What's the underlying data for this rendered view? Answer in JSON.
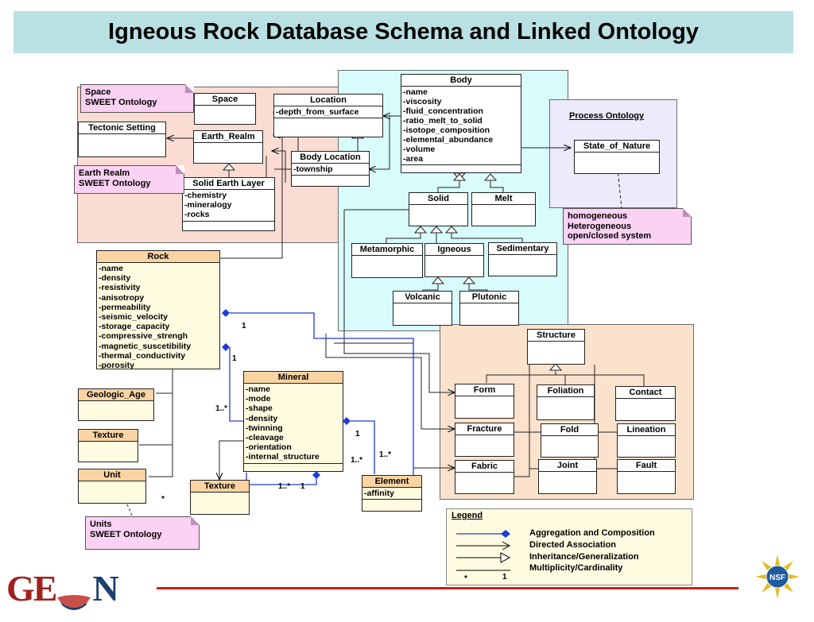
{
  "title": "Igneous Rock Database Schema and Linked Ontology",
  "classes": {
    "space": {
      "name": "Space"
    },
    "location": {
      "name": "Location",
      "attrs": [
        "-depth_from_surface"
      ]
    },
    "tectonic": {
      "name": "Tectonic Setting"
    },
    "earth_realm": {
      "name": "Earth_Realm"
    },
    "body_location": {
      "name": "Body Location",
      "attrs": [
        "-township"
      ]
    },
    "solid_earth": {
      "name": "Solid Earth Layer",
      "attrs": [
        "-chemistry",
        "-mineralogy",
        "-rocks"
      ]
    },
    "body": {
      "name": "Body",
      "attrs": [
        "-name",
        "-viscosity",
        "-fluid_concentration",
        "-ratio_melt_to_solid",
        "-isotope_composition",
        "-elemental_abundance",
        "-volume",
        "-area"
      ]
    },
    "solid": {
      "name": "Solid"
    },
    "melt": {
      "name": "Melt"
    },
    "metamorphic": {
      "name": "Metamorphic"
    },
    "igneous": {
      "name": "Igneous"
    },
    "sedimentary": {
      "name": "Sedimentary"
    },
    "volcanic": {
      "name": "Volcanic"
    },
    "plutonic": {
      "name": "Plutonic"
    },
    "state_of_nature": {
      "name": "State_of_Nature"
    },
    "rock": {
      "name": "Rock",
      "attrs": [
        "-name",
        "-density",
        "-resistivity",
        "-anisotropy",
        "-permeability",
        "-seismic_velocity",
        "-storage_capacity",
        "-compressive_strengh",
        "-magnetic_suscetibility",
        "-thermal_conductivity",
        "-porosity"
      ]
    },
    "geologic_age": {
      "name": "Geologic_Age"
    },
    "texture1": {
      "name": "Texture"
    },
    "unit": {
      "name": "Unit"
    },
    "mineral": {
      "name": "Mineral",
      "attrs": [
        "-name",
        "-mode",
        "-shape",
        "-density",
        "-twinning",
        "-cleavage",
        "-orientation",
        "-internal_structure"
      ]
    },
    "texture2": {
      "name": "Texture"
    },
    "element": {
      "name": "Element",
      "attrs": [
        "-affinity"
      ]
    },
    "structure": {
      "name": "Structure"
    },
    "form": {
      "name": "Form"
    },
    "foliation": {
      "name": "Foliation"
    },
    "contact": {
      "name": "Contact"
    },
    "fracture": {
      "name": "Fracture"
    },
    "fold": {
      "name": "Fold"
    },
    "lineation": {
      "name": "Lineation"
    },
    "fabric": {
      "name": "Fabric"
    },
    "joint": {
      "name": "Joint"
    },
    "fault": {
      "name": "Fault"
    }
  },
  "notes": {
    "space_sweet": "Space\nSWEET Ontology",
    "earth_realm_sweet": "Earth Realm\nSWEET Ontology",
    "process": "homogeneous\nHeterogeneous\nopen/closed system",
    "units_sweet": "Units\nSWEET Ontology"
  },
  "process_ontology": "Process Ontology",
  "multiplicities": {
    "m1": "1",
    "m2": "1",
    "m3": "1..*",
    "m4": "1",
    "m5": "1..*",
    "m6": "1..*",
    "m7": "1..*",
    "m8": "1",
    "m9": "*"
  },
  "legend": {
    "title": "Legend",
    "items": [
      "Aggregation and Composition",
      "Directed Association",
      "Inheritance/Generalization",
      "Multiplicity/Cardinality"
    ],
    "mult_star": "*",
    "mult_one": "1"
  },
  "logo": {
    "left": "GE",
    "right": "N",
    "nsf": "NSF"
  },
  "colors": {
    "title_bg": "#b9e0e3",
    "location_region": "#fbdcd2",
    "body_region": "#d8fbfb",
    "process_region": "#eceafb",
    "structure_region": "#fbe2cc",
    "note": "#fbd2f3",
    "aggregation": "#1e3cd8"
  }
}
